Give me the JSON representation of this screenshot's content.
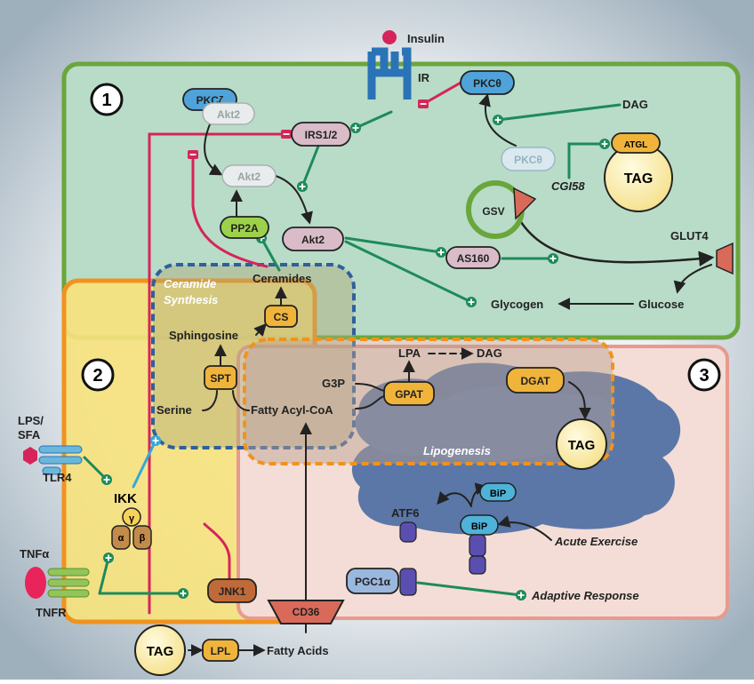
{
  "colors": {
    "activation": "#1e8a5a",
    "inhibition": "#d6245a",
    "ikk_link": "#35a8d8",
    "compartment1": "#6aa63c",
    "compartment2": "#f0931e",
    "compartment3": "#e89a8e"
  },
  "regions": {
    "r1": "1",
    "r2": "2",
    "r3": "3",
    "ceramide_synthesis": "Ceramide Synthesis",
    "ceramide_synthesis_l1": "Ceramide",
    "ceramide_synthesis_l2": "Synthesis",
    "lipogenesis": "Lipogenesis"
  },
  "nodes": {
    "insulin": "Insulin",
    "ir": "IR",
    "pkcz": "PKCζ",
    "akt2_faded_top": "Akt2",
    "irs": "IRS1/2",
    "pkct": "PKCθ",
    "pkct_faded": "PKCθ",
    "dag_top": "DAG",
    "atgl": "ATGL",
    "tag_r1": "TAG",
    "cgi58": "CGI58",
    "akt2_faded_mid": "Akt2",
    "pp2a": "PP2A",
    "akt2": "Akt2",
    "gsv": "GSV",
    "glut4": "GLUT4",
    "as160": "AS160",
    "ceramides": "Ceramides",
    "cs": "CS",
    "glycogen": "Glycogen",
    "glucose": "Glucose",
    "sphingosine": "Sphingosine",
    "spt": "SPT",
    "serine": "Serine",
    "lpa": "LPA",
    "dag_mid": "DAG",
    "g3p": "G3P",
    "gpat": "GPAT",
    "dgat": "DGAT",
    "fatty_acyl_coa": "Fatty Acyl-CoA",
    "tag_r3": "TAG",
    "lps_sfa": "LPS/ SFA",
    "lps_l1": "LPS/",
    "lps_l2": "SFA",
    "tlr4": "TLR4",
    "ikk": "IKK",
    "ikk_gamma": "γ",
    "ikk_alpha": "α",
    "ikk_beta": "β",
    "bip1": "BiP",
    "atf6": "ATF6",
    "bip2": "BiP",
    "acute_exercise": "Acute Exercise",
    "tnfa": "TNFα",
    "tnfr": "TNFR",
    "jnk1": "JNK1",
    "pgc1a": "PGC1α",
    "adaptive_response": "Adaptive Response",
    "cd36": "CD36",
    "tag_bottom": "TAG",
    "lpl": "LPL",
    "fatty_acids": "Fatty Acids"
  }
}
